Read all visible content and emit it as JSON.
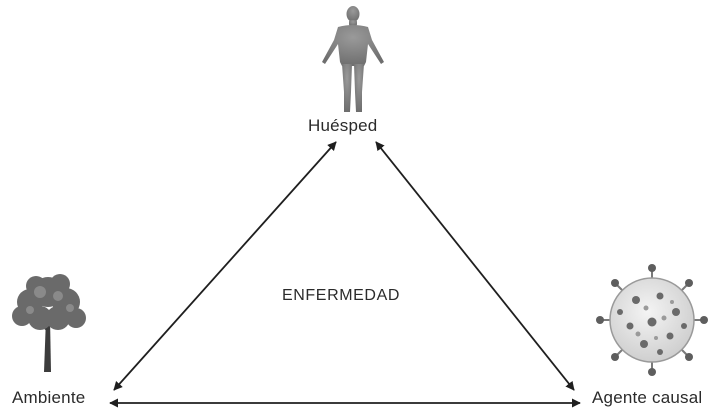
{
  "nodes": {
    "host": {
      "label": "Huésped",
      "icon": "human-figure-icon"
    },
    "environment": {
      "label": "Ambiente",
      "icon": "tree-icon"
    },
    "agent": {
      "label": "Agente causal",
      "icon": "virus-icon"
    }
  },
  "center_label": "ENFERMEDAD",
  "relations": [
    {
      "from": "host",
      "to": "environment",
      "arrows": "both"
    },
    {
      "from": "host",
      "to": "agent",
      "arrows": "both"
    },
    {
      "from": "environment",
      "to": "agent",
      "arrows": "both"
    }
  ],
  "colors": {
    "line": "#1f1f1f",
    "icon_dark": "#5a5a5a",
    "icon_light": "#8c8c8c"
  }
}
